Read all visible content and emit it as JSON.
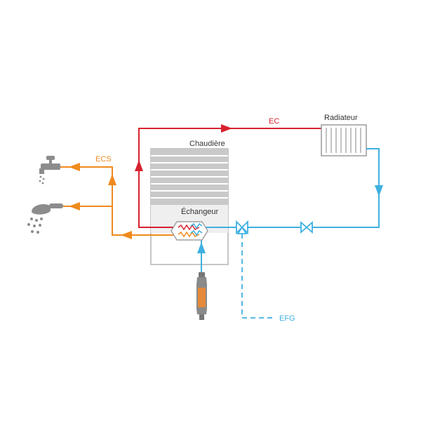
{
  "labels": {
    "boiler": "Chaudière",
    "exchanger": "Échangeur",
    "radiator": "Radiateur",
    "heating_water": "EC",
    "hot_water": "ECS",
    "cold_water": "EFG"
  },
  "colors": {
    "heating_red": "#d7212f",
    "hot_water_orange": "#ef8a1e",
    "cold_water_blue": "#3fb0e0",
    "boiler_grey": "#9a9a9a",
    "text_dark": "#333333"
  },
  "icons": [
    "faucet-icon",
    "shower-head-icon",
    "radiator-icon",
    "valve-icon",
    "filter-cartridge-icon",
    "heat-exchanger-icon"
  ]
}
